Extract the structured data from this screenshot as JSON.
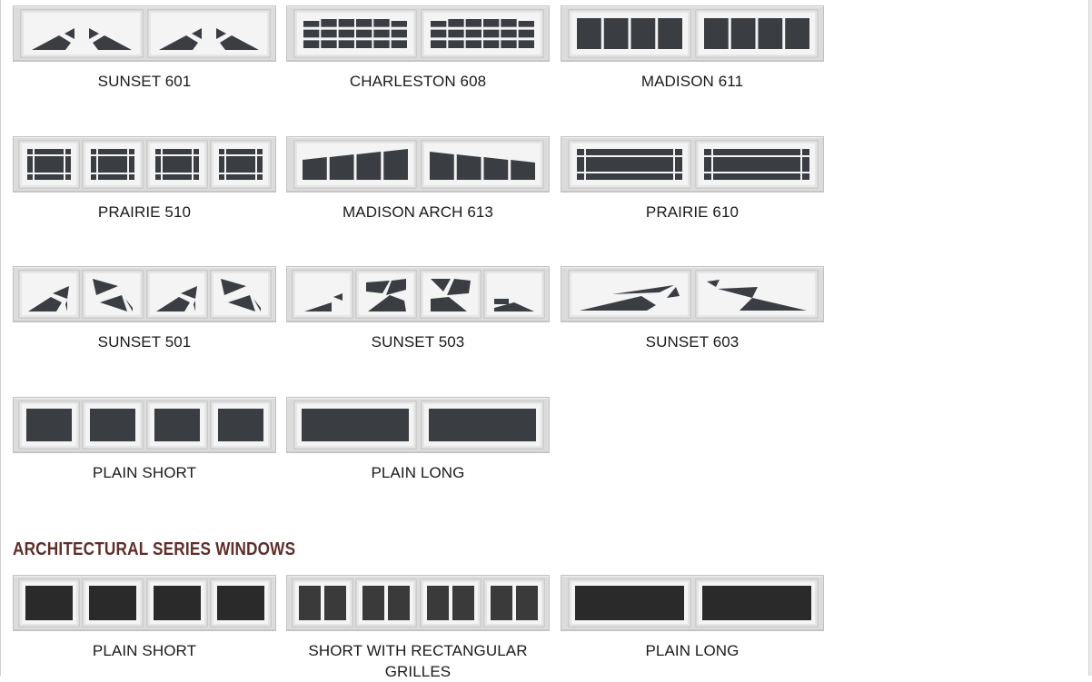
{
  "standard_windows": [
    {
      "id": "sunset-601",
      "label": "SUNSET 601",
      "style": "sunset-long"
    },
    {
      "id": "charleston-608",
      "label": "CHARLESTON 608",
      "style": "charleston"
    },
    {
      "id": "madison-611",
      "label": "MADISON 611",
      "style": "madison-grid"
    },
    {
      "id": "prairie-510",
      "label": "PRAIRIE 510",
      "style": "prairie-short"
    },
    {
      "id": "madison-arch-613",
      "label": "MADISON ARCH 613",
      "style": "madison-arch"
    },
    {
      "id": "prairie-610",
      "label": "PRAIRIE 610",
      "style": "prairie-long"
    },
    {
      "id": "sunset-501",
      "label": "SUNSET 501",
      "style": "sunset-short"
    },
    {
      "id": "sunset-503",
      "label": "SUNSET 503",
      "style": "sunset-503"
    },
    {
      "id": "sunset-603",
      "label": "SUNSET 603",
      "style": "sunset-603"
    },
    {
      "id": "plain-short",
      "label": "PLAIN SHORT",
      "style": "plain-short"
    },
    {
      "id": "plain-long",
      "label": "PLAIN LONG",
      "style": "plain-long"
    }
  ],
  "architectural_section": {
    "heading": "ARCHITECTURAL SERIES WINDOWS",
    "windows": [
      {
        "id": "arch-plain-short",
        "label": "PLAIN SHORT",
        "style": "arch-plain-short"
      },
      {
        "id": "arch-short-rect-grilles",
        "label": "SHORT WITH RECTANGULAR GRILLES",
        "style": "arch-grilles"
      },
      {
        "id": "arch-plain-long",
        "label": "PLAIN LONG",
        "style": "arch-plain-long"
      }
    ]
  },
  "colors": {
    "glass_dark": "#3a3d42",
    "glass_arch": "#2a2a2a",
    "panel": "#dcdcdc",
    "frame": "#f4f4f4",
    "heading": "#5e2e2a"
  }
}
